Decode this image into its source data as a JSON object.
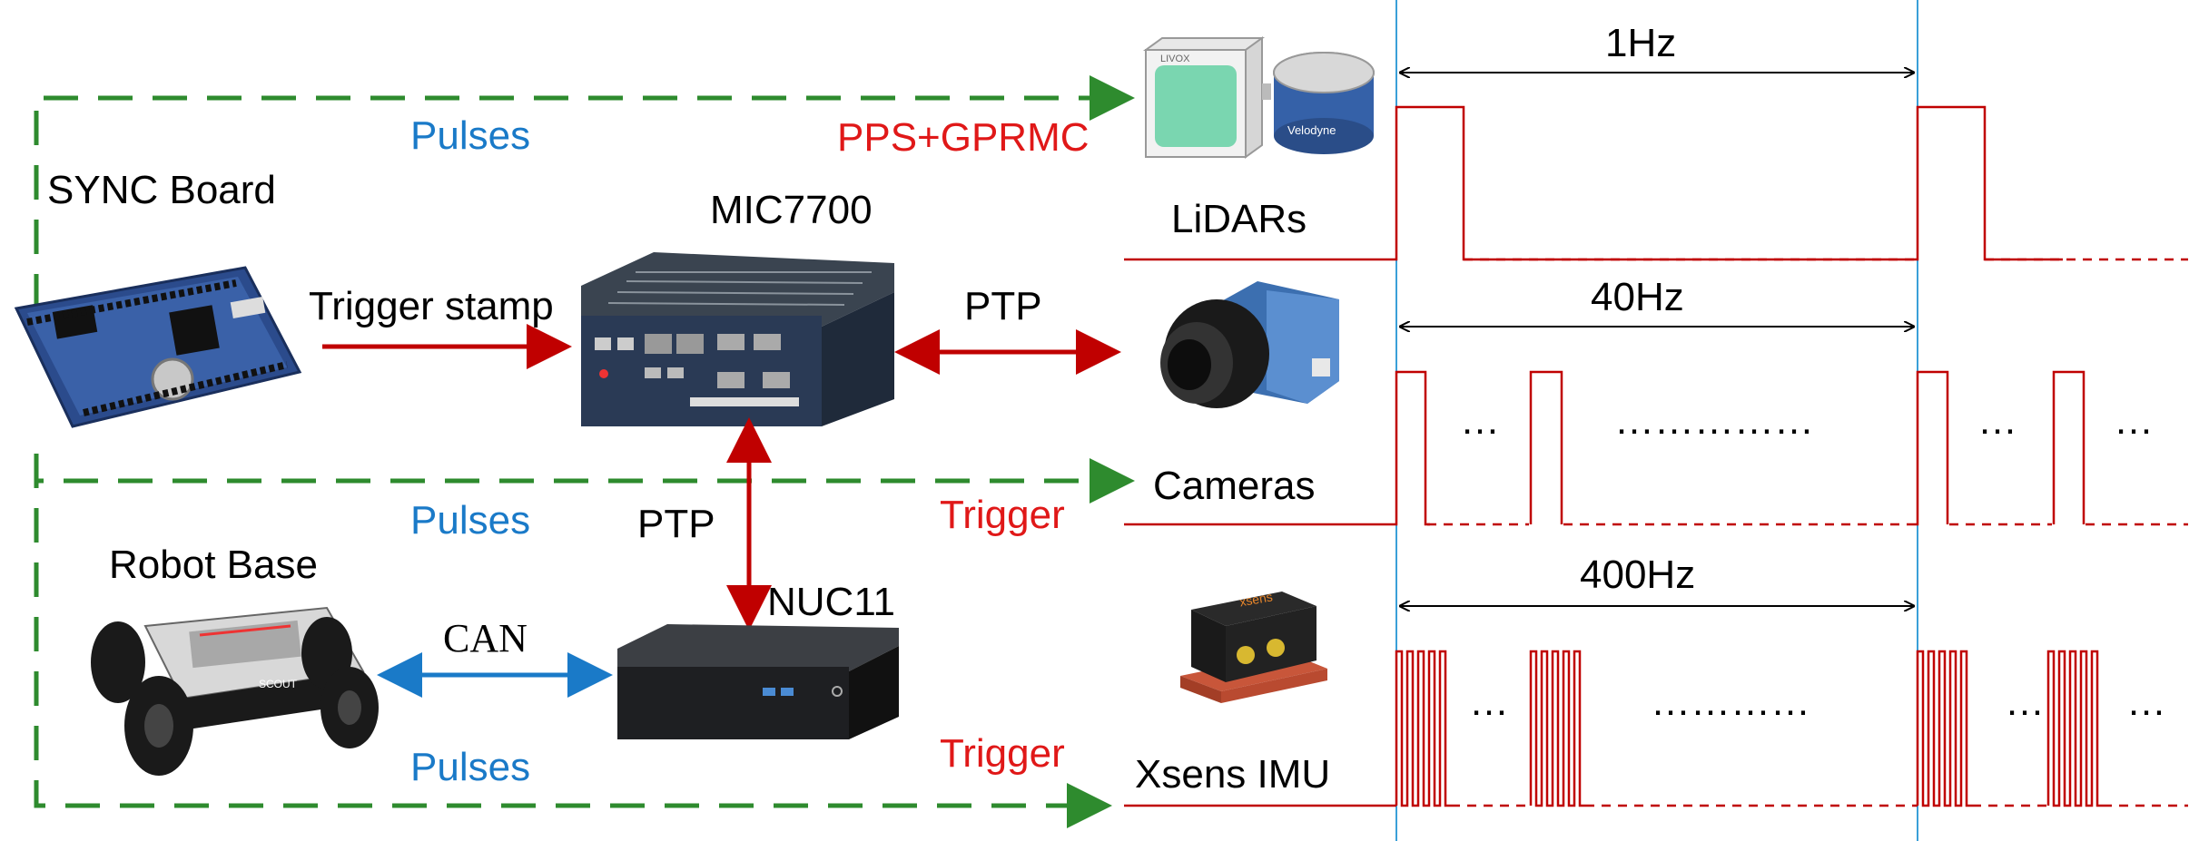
{
  "labels": {
    "sync_board": "SYNC Board",
    "mic7700": "MIC7700",
    "trigger_stamp": "Trigger stamp",
    "ptp_top": "PTP",
    "ptp_vertical": "PTP",
    "nuc11": "NUC11",
    "robot_base": "Robot Base",
    "can": "CAN",
    "lidars": "LiDARs",
    "cameras": "Cameras",
    "xsens_imu": "Xsens IMU"
  },
  "signals": {
    "pulses_1": "Pulses",
    "pulses_2": "Pulses",
    "pulses_3": "Pulses",
    "pps_gprmc": "PPS+GPRMC",
    "trigger_1": "Trigger",
    "trigger_2": "Trigger"
  },
  "timing": {
    "lidar_rate": "1Hz",
    "camera_rate": "40Hz",
    "imu_rate": "400Hz",
    "dots_short": "…",
    "dots_long": "……………",
    "dots_long_imu": "…………"
  },
  "device_text": {
    "lidar_brand": "LIVOX",
    "velodyne_brand": "Velodyne",
    "xsens_brand": "xsens",
    "robot_brand": "SCOUT"
  },
  "colors": {
    "green_dashed": "#2e8b2e",
    "red_arrow": "#c00000",
    "blue_arrow": "#1a7ac8",
    "signal_red": "#c00000",
    "blue_label": "#1a7ac8",
    "red_label": "#e01818",
    "cursor_blue": "#3aa0d8"
  }
}
